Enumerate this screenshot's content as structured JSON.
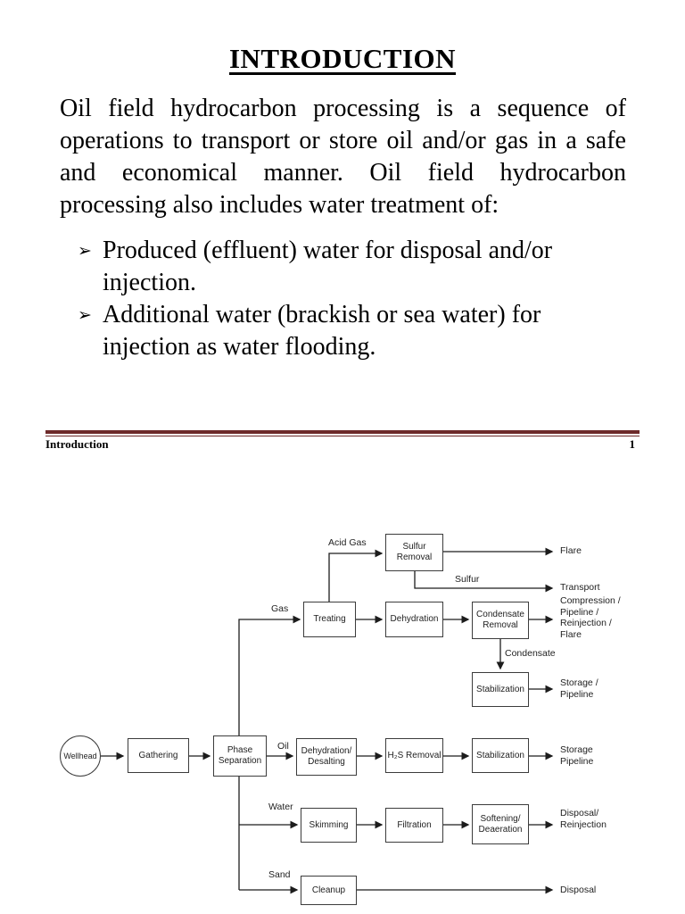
{
  "page": {
    "title": "INTRODUCTION",
    "paragraph": "Oil field hydrocarbon processing is a sequence of operations to transport or store oil and/or gas in a safe and economical manner. Oil field hydrocarbon processing also includes water treatment of:",
    "bullets": [
      {
        "marker": "➢",
        "text": "Produced (effluent) water for disposal and/or injection."
      },
      {
        "marker": "➢",
        "text": "Additional water (brackish or sea water) for injection as water flooding."
      }
    ],
    "footer": {
      "section": "Introduction",
      "page_number": "1"
    },
    "rule_color": "#6d2a2a"
  },
  "diagram": {
    "nodes": {
      "wellhead": "Wellhead",
      "gathering": "Gathering",
      "phase_separation": "Phase\nSeparation",
      "treating": "Treating",
      "sulfur_removal": "Sulfur\nRemoval",
      "dehydration_gas": "Dehydration",
      "condensate_removal": "Condensate\nRemoval",
      "stabilization_gas": "Stabilization",
      "dehydration_desalting": "Dehydration/\nDesalting",
      "h2s_removal": "H₂S Removal",
      "stabilization_oil": "Stabilization",
      "skimming": "Skimming",
      "filtration": "Filtration",
      "softening_deaeration": "Softening/\nDeaeration",
      "cleanup": "Cleanup"
    },
    "stream_labels": {
      "acid_gas": "Acid Gas",
      "sulfur": "Sulfur",
      "gas": "Gas",
      "condensate": "Condensate",
      "oil": "Oil",
      "water": "Water",
      "sand": "Sand"
    },
    "outputs": {
      "flare": "Flare",
      "transport": "Transport",
      "compression": "Compression /\nPipeline /\nReinjection /\nFlare",
      "storage_pipeline_gas": "Storage /\nPipeline",
      "storage_pipeline_oil": "Storage\nPipeline",
      "disposal_reinjection": "Disposal/\nReinjection",
      "disposal": "Disposal"
    }
  }
}
